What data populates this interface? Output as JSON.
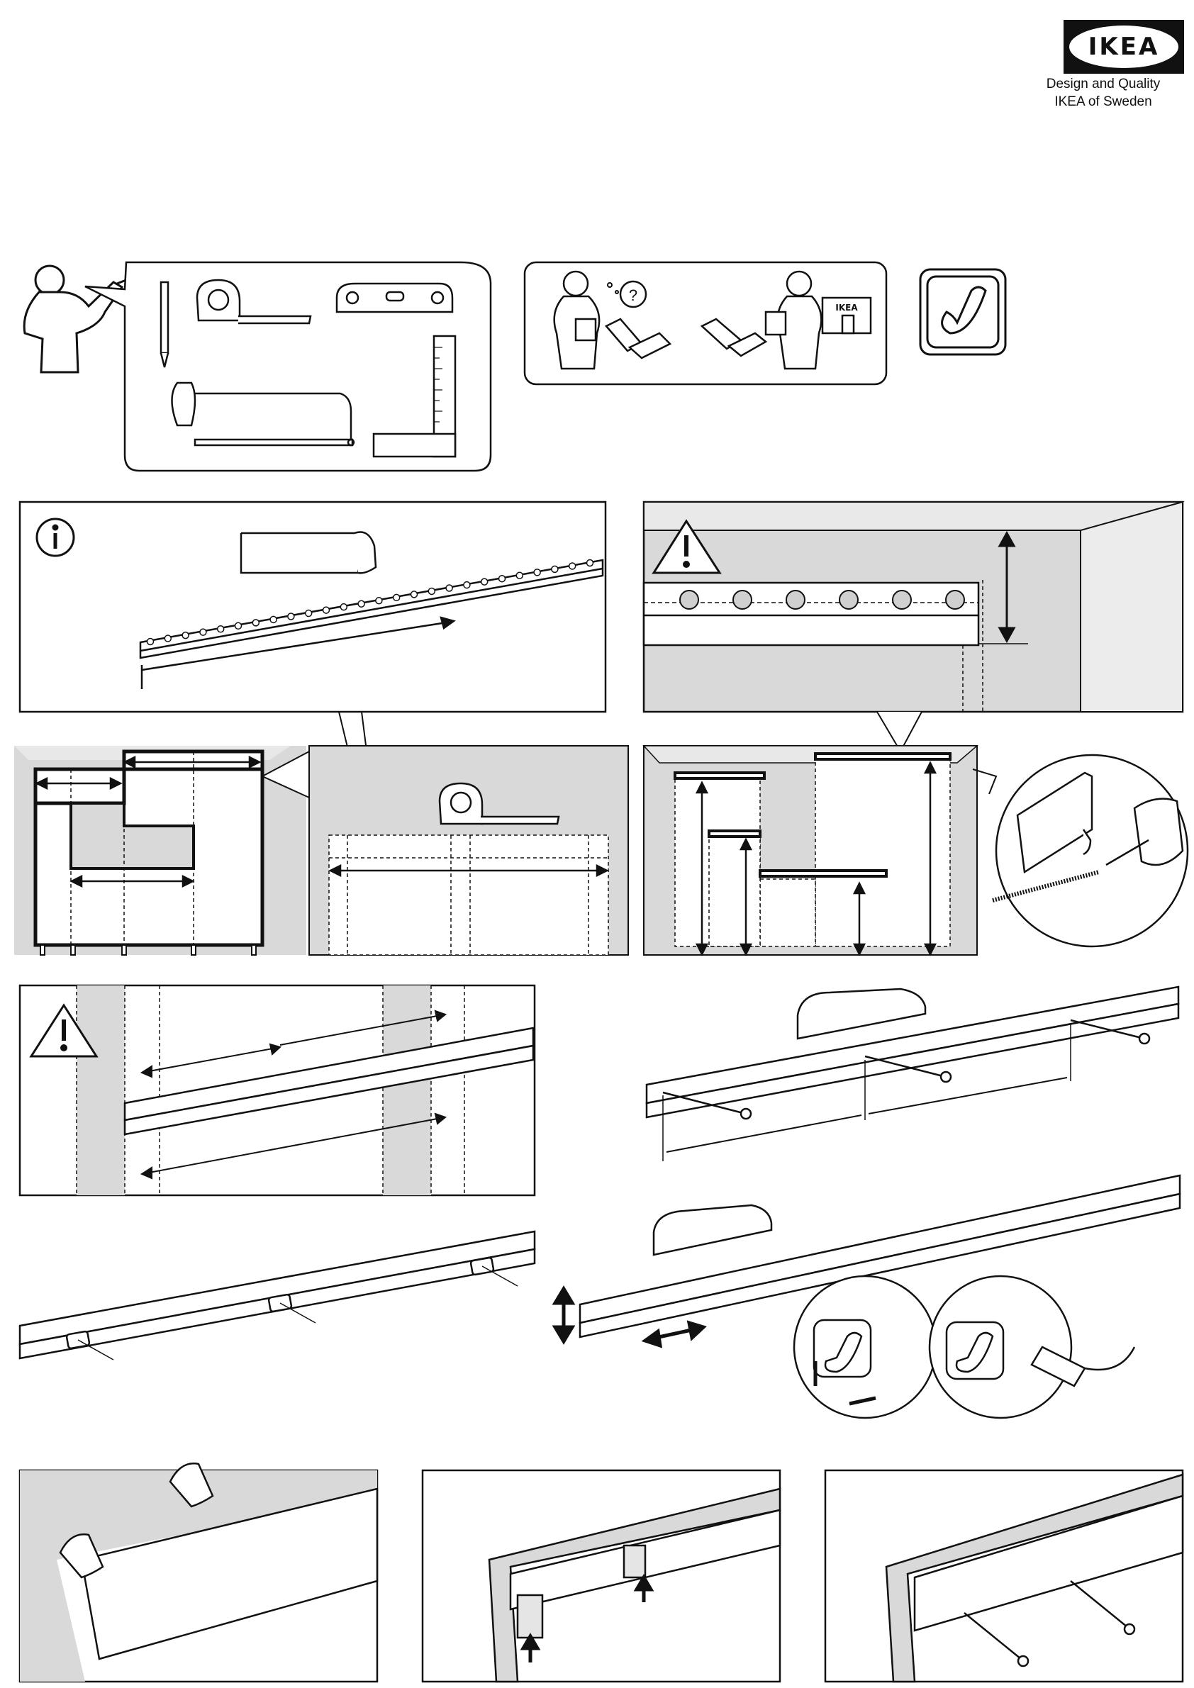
{
  "header": {
    "logo": "IKEA",
    "tagline_1": "Design and Quality",
    "tagline_2": "IKEA of Sweden"
  },
  "icons": {
    "info": "info-icon",
    "warning": "warning-icon",
    "question": "?"
  },
  "store_sign": "IKEA"
}
